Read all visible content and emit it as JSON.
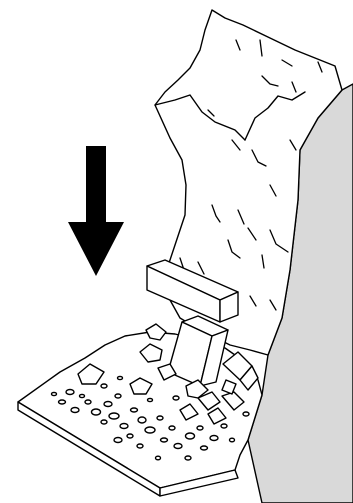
{
  "figure": {
    "subject": "rockfall",
    "elements": [
      {
        "name": "cliff-face"
      },
      {
        "name": "cliff-side",
        "color": "#d9d9d9"
      },
      {
        "name": "talus-apron"
      },
      {
        "name": "fall-direction-arrow",
        "icon": "down-arrow-icon",
        "color": "#000000"
      }
    ]
  }
}
